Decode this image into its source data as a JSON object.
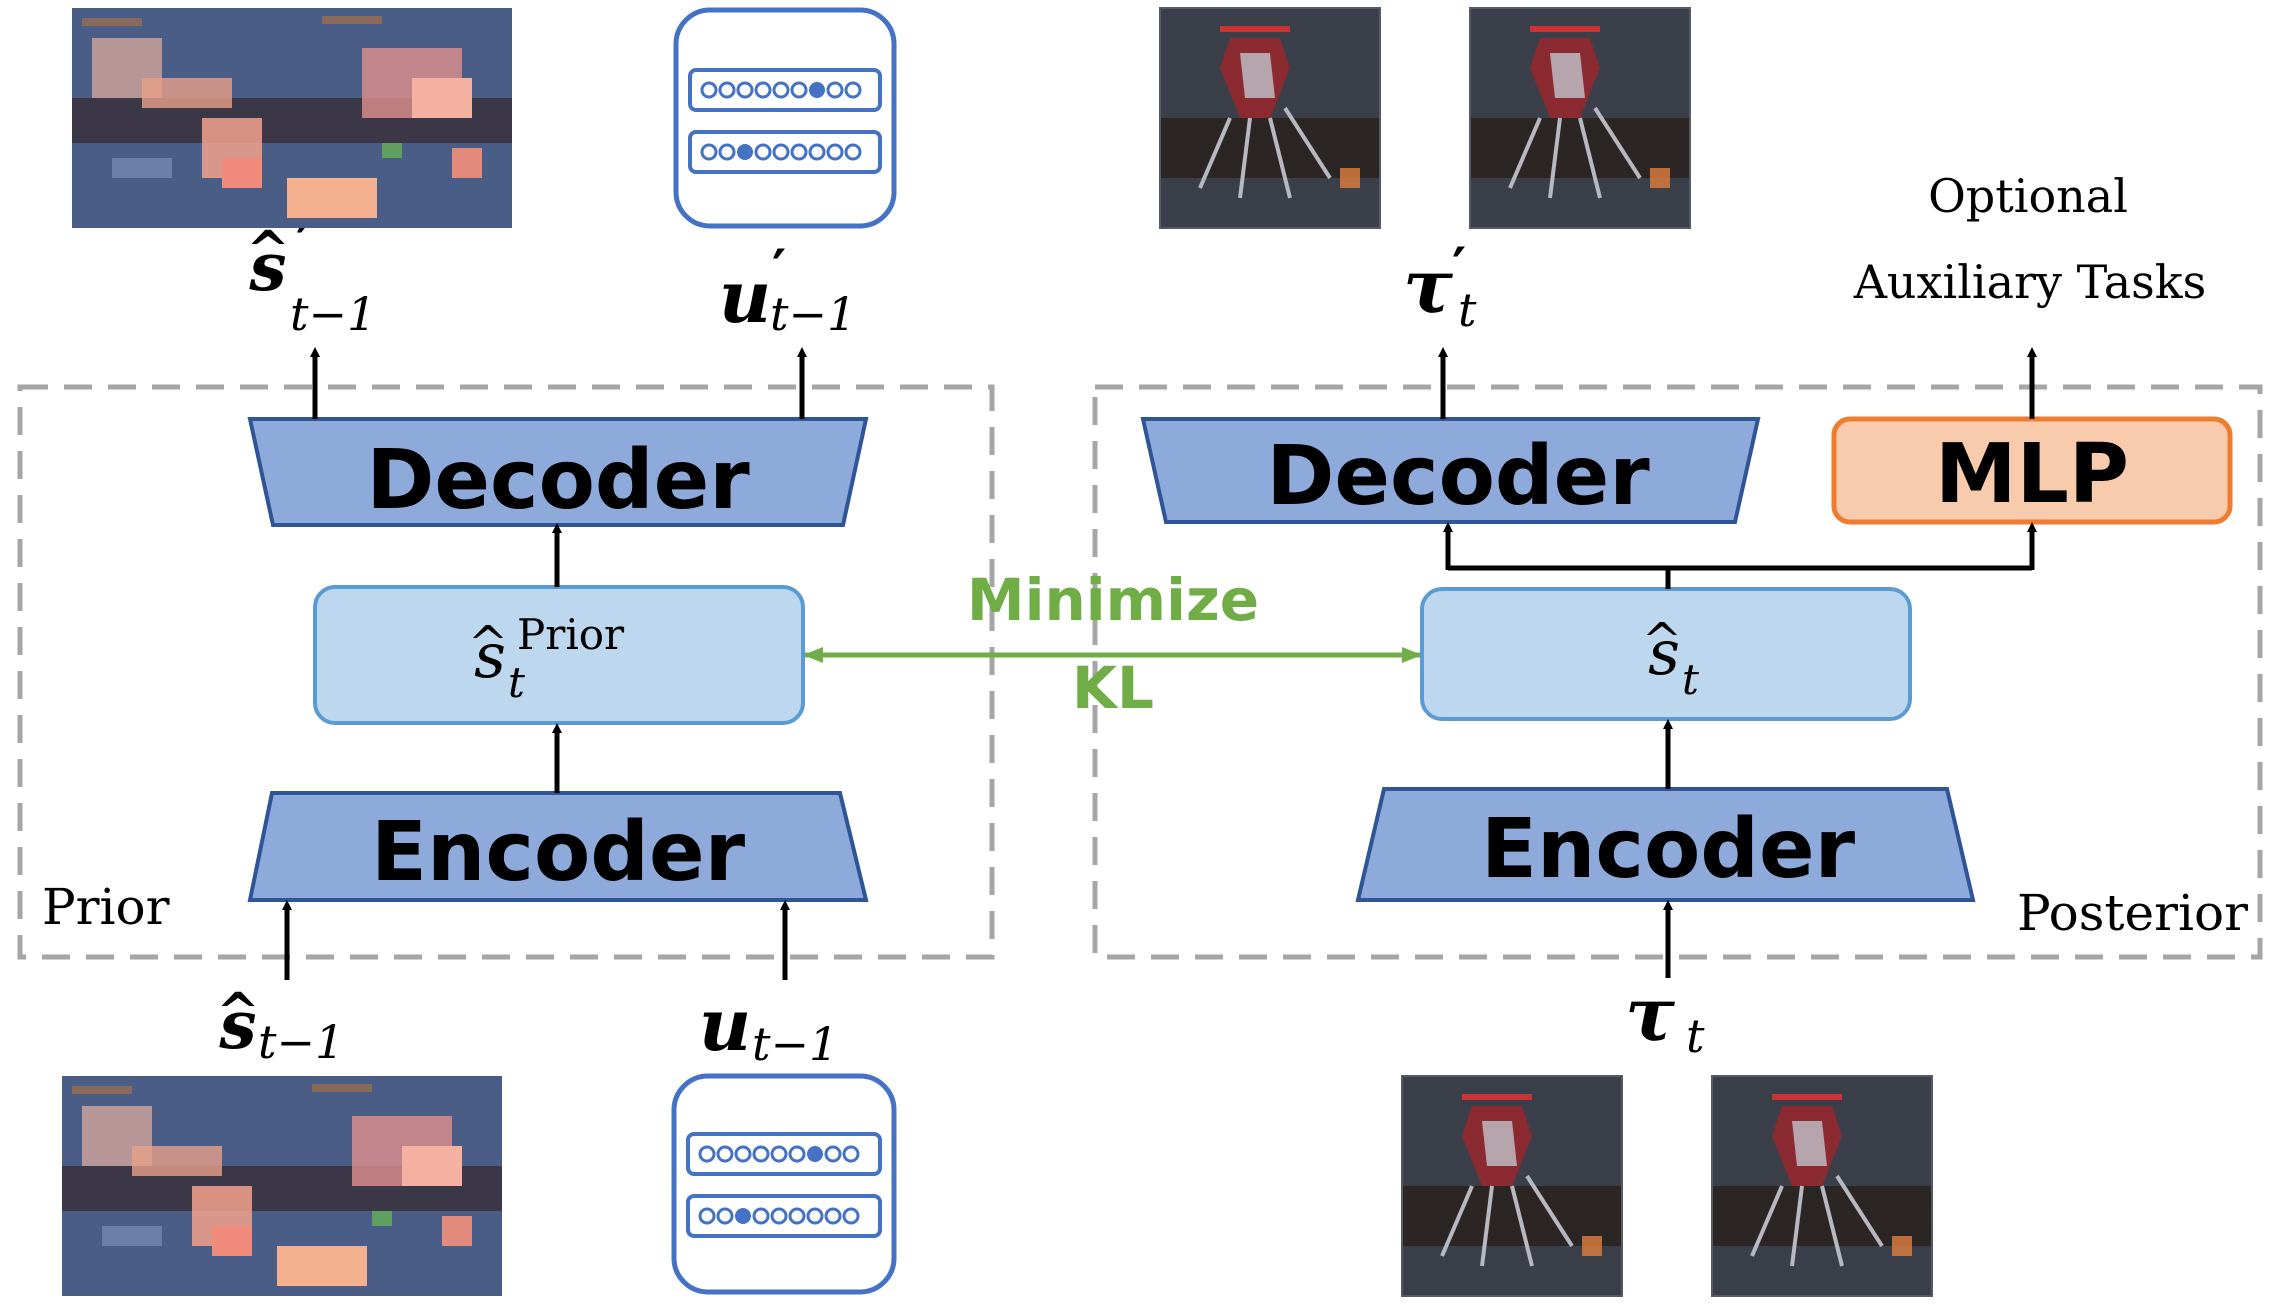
{
  "colors": {
    "box_blue": "#8eaadb",
    "box_blue_stroke": "#2f5597",
    "latent_fill": "#bdd7ee",
    "latent_stroke": "#5b9bd5",
    "mlp_fill": "#f8cbad",
    "mlp_stroke": "#ed7d31",
    "kl_green": "#70ad47",
    "dash_gray": "#a6a6a6",
    "onehot_blue": "#4472c4"
  },
  "prior": {
    "group_label": "Prior",
    "decoder_label": "Decoder",
    "encoder_label": "Encoder",
    "latent": {
      "base": "s",
      "hat": "^",
      "sub": "t",
      "sup": "Prior"
    },
    "input_state": {
      "base": "s",
      "hat": "^",
      "sub": "t−1"
    },
    "input_action": {
      "base": "u",
      "sub": "t−1"
    },
    "output_state": {
      "base": "s",
      "hat": "^",
      "prime": "′",
      "sub": "t−1"
    },
    "output_action": {
      "base": "u",
      "prime": "′",
      "sub": "t−1"
    }
  },
  "posterior": {
    "group_label": "Posterior",
    "decoder_label": "Decoder",
    "encoder_label": "Encoder",
    "mlp_label": "MLP",
    "latent": {
      "base": "s",
      "hat": "^",
      "sub": "t"
    },
    "input_traj": {
      "base": "τ",
      "sub": "t"
    },
    "output_traj": {
      "base": "τ",
      "prime": "′",
      "sub": "t"
    },
    "aux_line1": "Optional",
    "aux_line2": "Auxiliary Tasks"
  },
  "kl": {
    "line1": "Minimize",
    "line2": "KL"
  },
  "images": {
    "blurry_state": "blurry-game-frame",
    "onehot_action": "one-hot-action-vectors",
    "trajectory_frames": "starcraft-unit-frames"
  }
}
